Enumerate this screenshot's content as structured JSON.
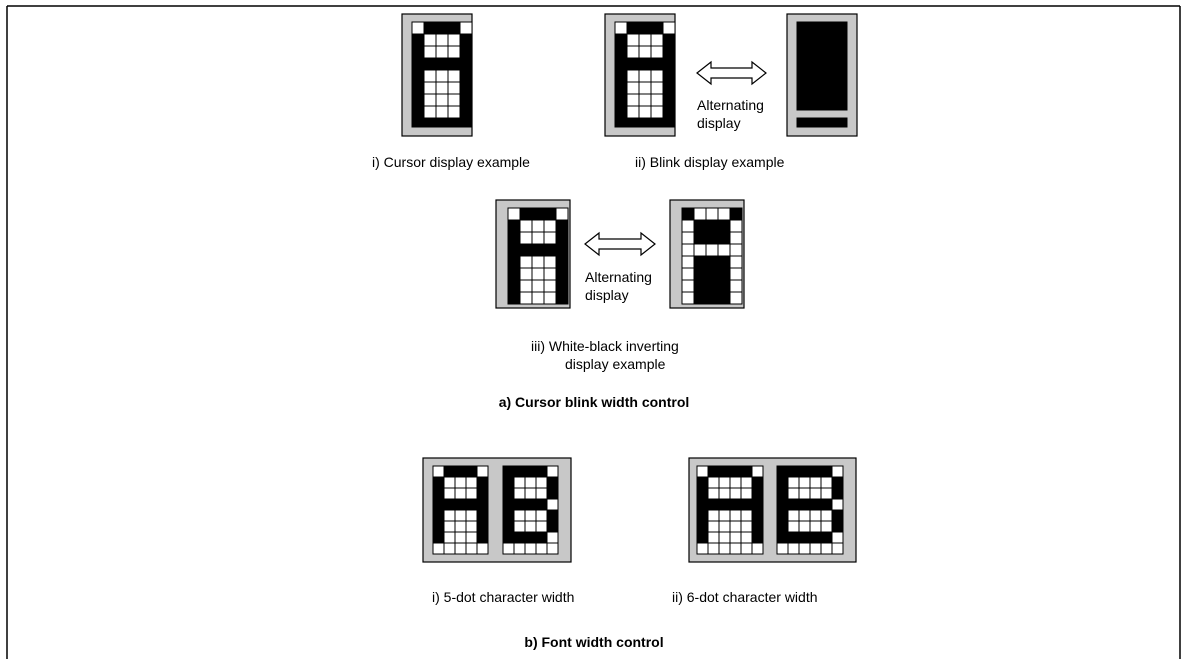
{
  "figure_a": {
    "title": "a)  Cursor blink width control",
    "item_i": "i)  Cursor display example",
    "item_ii": "ii)  Blink display example",
    "item_iii_line1": "iii)   White-black inverting",
    "item_iii_line2": "display example",
    "alternating_line1": "Alternating",
    "alternating_line2": "display"
  },
  "figure_b": {
    "title": "b)  Font width control",
    "item_i": "i)  5-dot character width",
    "item_ii": "ii)  6-dot character width"
  },
  "colors": {
    "panel_gray": "#c8c8c8",
    "dot_on": "#000000",
    "dot_off": "#ffffff",
    "border": "#000000"
  },
  "glyphs": {
    "A_5x7": [
      "01110",
      "10001",
      "10001",
      "11111",
      "10001",
      "10001",
      "10001"
    ],
    "B_5x7": [
      "11110",
      "10001",
      "10001",
      "11110",
      "10001",
      "10001",
      "11110"
    ],
    "A_6x7": [
      "011110",
      "100001",
      "100001",
      "111111",
      "100001",
      "100001",
      "100001"
    ],
    "B_6x7": [
      "111110",
      "100001",
      "100001",
      "111110",
      "100001",
      "100001",
      "111110"
    ]
  }
}
